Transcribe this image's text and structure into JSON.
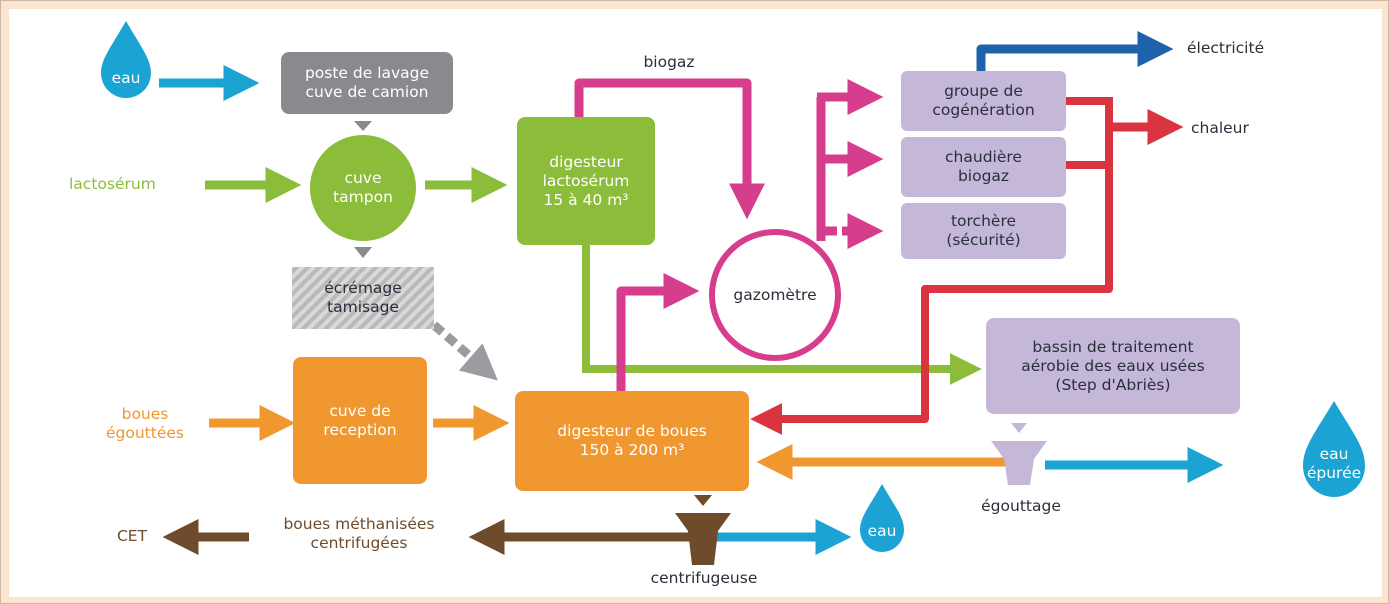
{
  "colors": {
    "water": "#1aa3d3",
    "green": "#8bbd3a",
    "orange": "#f0982f",
    "pink": "#d63d8c",
    "red": "#d9343f",
    "darkblue": "#1d62aa",
    "brown": "#6e4b2a",
    "grey": "#888a8d",
    "lilac": "#c5b7d8"
  },
  "inputs": {
    "eau_top": "eau",
    "lactoserum": "lactosérum",
    "boues": "boues\négouttées",
    "eau_bottom": "eau",
    "eau_epuree": "eau\népurée"
  },
  "boxes": {
    "poste_lavage": "poste de lavage\ncuve de camion",
    "cuve_tampon": "cuve\ntampon",
    "ecremage": "écrémage\ntamisage",
    "digesteur_lacto": "digesteur\nlactosérum\n15 à 40 m³",
    "gazometre": "gazomètre",
    "groupe_cogeneration": "groupe de\ncogénération",
    "chaudiere": "chaudière\nbiogaz",
    "torchere": "torchère\n(sécurité)",
    "bassin": "bassin de traitement\naérobie des eaux usées\n(Step d'Abriès)",
    "cuve_reception": "cuve de\nreception",
    "digesteur_boues": "digesteur de boues\n150 à 200 m³"
  },
  "labels": {
    "biogaz": "biogaz",
    "electricite": "électricité",
    "chaleur": "chaleur",
    "egouttage": "égouttage",
    "centrifugeuse": "centrifugeuse",
    "boues_methanisees": "boues méthanisées\ncentrifugées",
    "cet": "CET"
  }
}
